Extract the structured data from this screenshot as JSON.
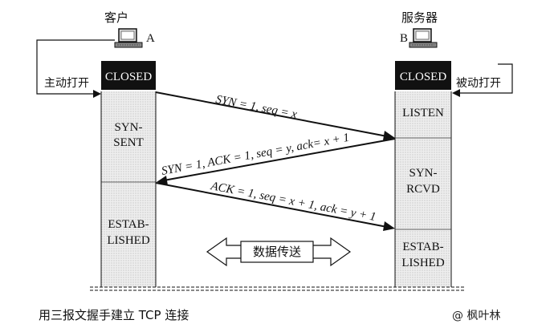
{
  "client": {
    "title": "客户",
    "host_letter": "A",
    "active_open": "主动打开",
    "states": {
      "closed": "CLOSED",
      "syn_sent_1": "SYN-",
      "syn_sent_2": "SENT",
      "estab_1": "ESTAB-",
      "estab_2": "LISHED"
    }
  },
  "server": {
    "title": "服务器",
    "host_letter": "B",
    "passive_open": "被动打开",
    "states": {
      "closed": "CLOSED",
      "listen": "LISTEN",
      "syn_rcvd_1": "SYN-",
      "syn_rcvd_2": "RCVD",
      "estab_1": "ESTAB-",
      "estab_2": "LISHED"
    }
  },
  "messages": {
    "syn": "SYN = 1, seq = x",
    "syn_ack": "SYN = 1, ACK = 1, seq = y, ack= x + 1",
    "ack": "ACK = 1, seq = x + 1, ack = y + 1"
  },
  "data_transfer": "数据传送",
  "caption": "用三报文握手建立 TCP 连接",
  "watermark": "@ 枫叶林"
}
